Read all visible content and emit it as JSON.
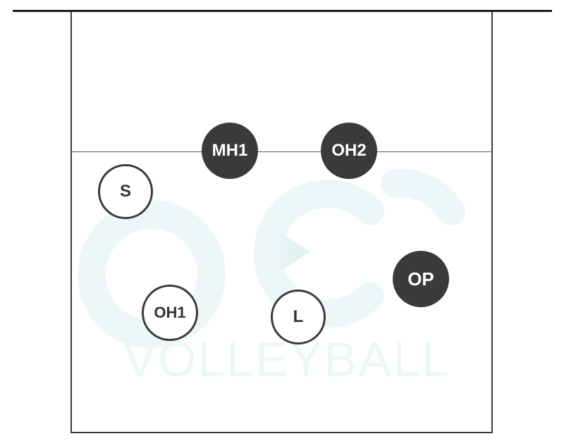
{
  "watermark": {
    "wordmark": "VOLLEYBALL"
  },
  "players": [
    {
      "id": "s",
      "label": "S",
      "style": "light"
    },
    {
      "id": "mh1",
      "label": "MH1",
      "style": "dark"
    },
    {
      "id": "oh2",
      "label": "OH2",
      "style": "dark"
    },
    {
      "id": "op",
      "label": "OP",
      "style": "dark"
    },
    {
      "id": "oh1",
      "label": "OH1",
      "style": "light"
    },
    {
      "id": "l",
      "label": "L",
      "style": "light"
    }
  ],
  "colors": {
    "dark_token": "#3a3a3a",
    "line": "#3a3a3a",
    "watermark": "#eef7f7"
  }
}
